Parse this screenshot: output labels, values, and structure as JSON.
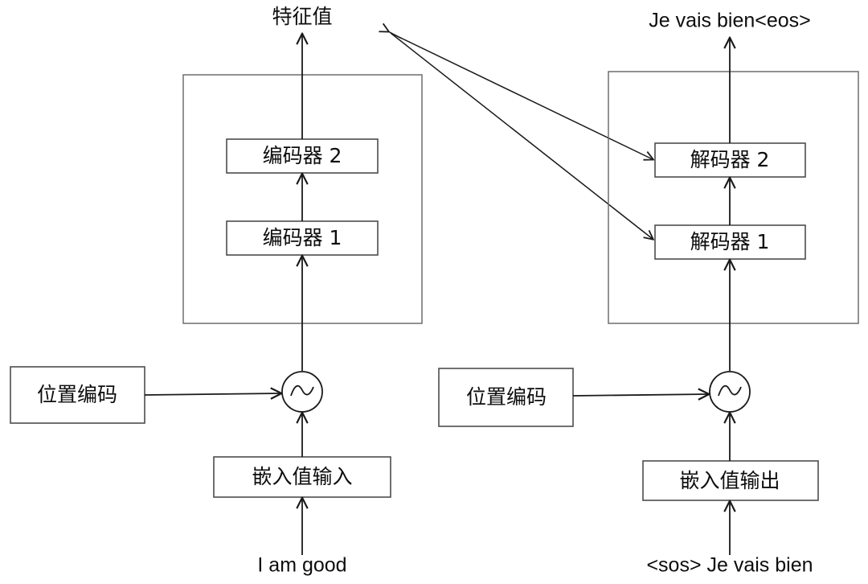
{
  "diagram": {
    "title_left": "特征值",
    "title_right": "Je vais bien<eos>",
    "encoder_stack": {
      "layers": [
        {
          "label": "编码器 1"
        },
        {
          "label": "编码器 2"
        }
      ]
    },
    "decoder_stack": {
      "layers": [
        {
          "label": "解码器 1"
        },
        {
          "label": "解码器 2"
        }
      ]
    },
    "positional_encoding_left": "位置编码",
    "positional_encoding_right": "位置编码",
    "embedding_input": "嵌入值输入",
    "embedding_output": "嵌入值输出",
    "source_sentence": "I am good",
    "target_sentence": "<sos> Je vais bien",
    "add_node_symbol": "~",
    "colors": {
      "stroke": "#1a1a1a",
      "box_stroke": "#4d4d4d",
      "group_stroke": "#6e6e6e",
      "background": "#ffffff",
      "text": "#0d0d0d"
    }
  }
}
